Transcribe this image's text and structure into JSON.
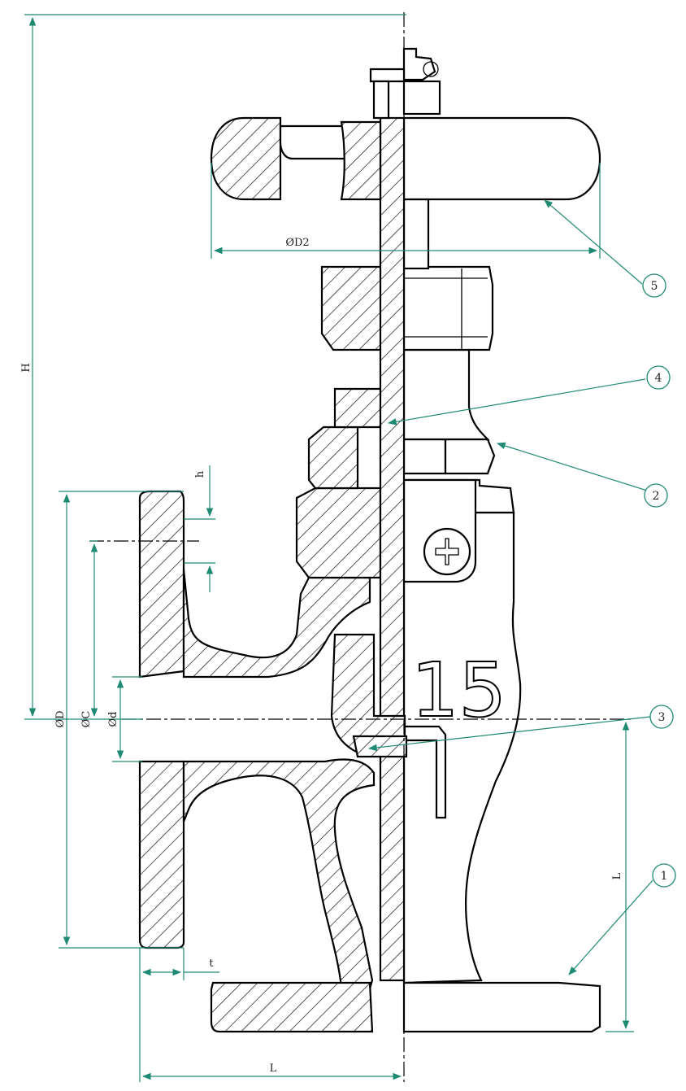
{
  "dimensions": {
    "H": "H",
    "D2": "ØD2",
    "h": "h",
    "D": "ØD",
    "C": "ØC",
    "d": "Ød",
    "t": "t",
    "L_vertical": "L",
    "L_horizontal": "L"
  },
  "body_marking": "15",
  "callouts": [
    "1",
    "2",
    "3",
    "4",
    "5"
  ],
  "colors": {
    "dimension_line": "#1f8a74",
    "outline": "#000000",
    "background": "#ffffff"
  }
}
